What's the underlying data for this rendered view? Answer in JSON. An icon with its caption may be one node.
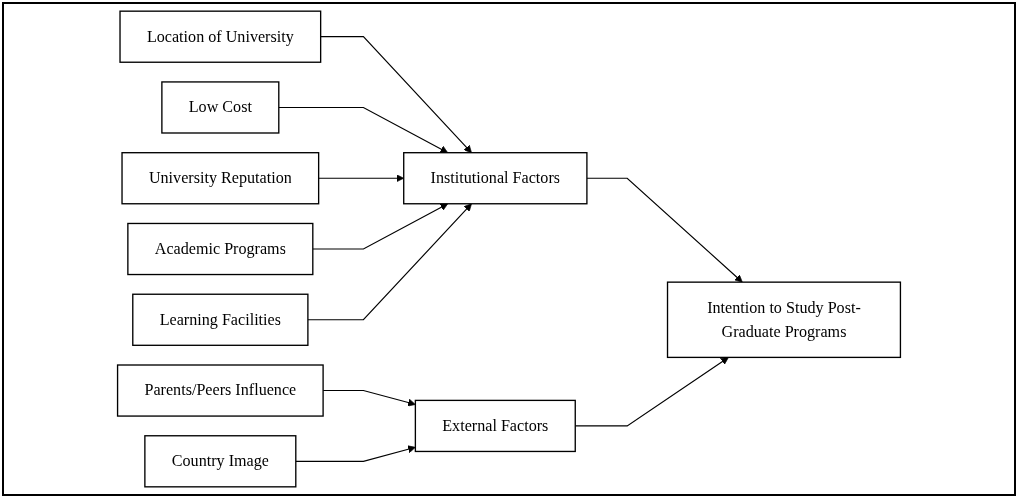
{
  "diagram": {
    "nodes": [
      {
        "text": [
          "Location of University"
        ]
      },
      {
        "text": [
          "Low Cost"
        ]
      },
      {
        "text": [
          "University Reputation"
        ]
      },
      {
        "text": [
          "Academic Programs"
        ]
      },
      {
        "text": [
          "Learning Facilities"
        ]
      },
      {
        "text": [
          "Institutional Factors"
        ]
      },
      {
        "text": [
          "Intention to Study Post-Graduate Programs"
        ]
      },
      {
        "text": [
          "Parents/Peers Influence"
        ]
      },
      {
        "text": [
          "Country Image"
        ]
      },
      {
        "text": [
          "External Factors"
        ]
      }
    ],
    "edges": [
      {
        "from": 0,
        "to": 5,
        "arrow": "to"
      },
      {
        "from": 1,
        "to": 5,
        "arrow": "to"
      },
      {
        "from": 2,
        "to": 5,
        "arrow": "to"
      },
      {
        "from": 3,
        "to": 5,
        "arrow": "to"
      },
      {
        "from": 4,
        "to": 5,
        "arrow": "to"
      },
      {
        "from": 5,
        "to": 6,
        "arrow": "to"
      },
      {
        "from": 7,
        "to": 9,
        "arrow": "to"
      },
      {
        "from": 8,
        "to": 9,
        "arrow": "to"
      },
      {
        "from": 9,
        "to": 6,
        "arrow": "to"
      }
    ]
  }
}
